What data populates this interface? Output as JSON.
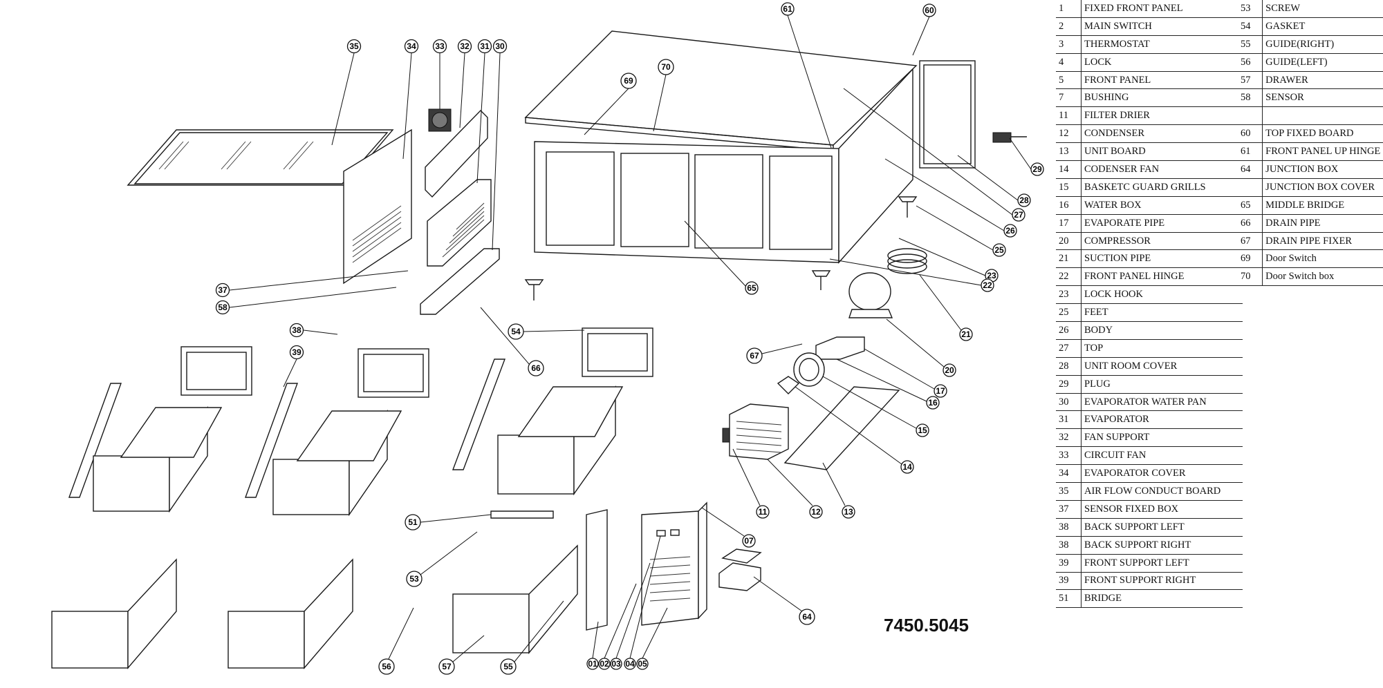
{
  "model_number": "7450.5045",
  "parts_left": [
    {
      "no": "1",
      "name": "FIXED FRONT PANEL"
    },
    {
      "no": "2",
      "name": "MAIN SWITCH"
    },
    {
      "no": "3",
      "name": "THERMOSTAT"
    },
    {
      "no": "4",
      "name": "LOCK"
    },
    {
      "no": "5",
      "name": "FRONT PANEL"
    },
    {
      "no": "7",
      "name": "BUSHING"
    },
    {
      "no": "11",
      "name": "FILTER DRIER"
    },
    {
      "no": "12",
      "name": "CONDENSER"
    },
    {
      "no": "13",
      "name": "UNIT BOARD"
    },
    {
      "no": "14",
      "name": "CODENSER FAN"
    },
    {
      "no": "15",
      "name": "BASKETC GUARD GRILLS"
    },
    {
      "no": "16",
      "name": "WATER BOX"
    },
    {
      "no": "17",
      "name": "EVAPORATE PIPE"
    },
    {
      "no": "20",
      "name": "COMPRESSOR"
    },
    {
      "no": "21",
      "name": "SUCTION PIPE"
    },
    {
      "no": "22",
      "name": "FRONT PANEL HINGE"
    },
    {
      "no": "23",
      "name": "LOCK HOOK"
    },
    {
      "no": "25",
      "name": "FEET"
    },
    {
      "no": "26",
      "name": "BODY"
    },
    {
      "no": "27",
      "name": "TOP"
    },
    {
      "no": "28",
      "name": "UNIT ROOM COVER"
    },
    {
      "no": "29",
      "name": "PLUG"
    },
    {
      "no": "30",
      "name": "EVAPORATOR WATER PAN"
    },
    {
      "no": "31",
      "name": "EVAPORATOR"
    },
    {
      "no": "32",
      "name": "FAN SUPPORT"
    },
    {
      "no": "33",
      "name": "CIRCUIT FAN"
    },
    {
      "no": "34",
      "name": "EVAPORATOR COVER"
    },
    {
      "no": "35",
      "name": "AIR FLOW CONDUCT BOARD"
    },
    {
      "no": "37",
      "name": "SENSOR FIXED BOX"
    },
    {
      "no": "38",
      "name": "BACK SUPPORT LEFT"
    },
    {
      "no": "38",
      "name": "BACK SUPPORT RIGHT"
    },
    {
      "no": "39",
      "name": "FRONT SUPPORT LEFT"
    },
    {
      "no": "39",
      "name": "FRONT SUPPORT RIGHT"
    },
    {
      "no": "51",
      "name": "BRIDGE"
    }
  ],
  "parts_right": [
    {
      "no": "53",
      "name": "SCREW"
    },
    {
      "no": "54",
      "name": "GASKET"
    },
    {
      "no": "55",
      "name": "GUIDE(RIGHT)"
    },
    {
      "no": "56",
      "name": "GUIDE(LEFT)"
    },
    {
      "no": "57",
      "name": "DRAWER"
    },
    {
      "no": "58",
      "name": "SENSOR"
    },
    {
      "no": "",
      "name": ""
    },
    {
      "no": "60",
      "name": "TOP FIXED BOARD"
    },
    {
      "no": "61",
      "name": "FRONT PANEL UP HINGE"
    },
    {
      "no": "64",
      "name": "JUNCTION BOX"
    },
    {
      "no": "",
      "name": "JUNCTION BOX COVER"
    },
    {
      "no": "65",
      "name": "MIDDLE BRIDGE"
    },
    {
      "no": "66",
      "name": "DRAIN PIPE"
    },
    {
      "no": "67",
      "name": "DRAIN PIPE FIXER"
    },
    {
      "no": "69",
      "name": "Door Switch"
    },
    {
      "no": "70",
      "name": "Door Switch box"
    }
  ],
  "callouts": [
    "35",
    "34",
    "33",
    "32",
    "31",
    "30",
    "37",
    "58",
    "38",
    "39",
    "54",
    "66",
    "69",
    "70",
    "61",
    "60",
    "65",
    "29",
    "28",
    "27",
    "26",
    "25",
    "23",
    "22",
    "21",
    "20",
    "17",
    "16",
    "15",
    "14",
    "13",
    "12",
    "11",
    "67",
    "07",
    "64",
    "51",
    "53",
    "56",
    "57",
    "55",
    "01",
    "02",
    "03",
    "04",
    "05"
  ]
}
